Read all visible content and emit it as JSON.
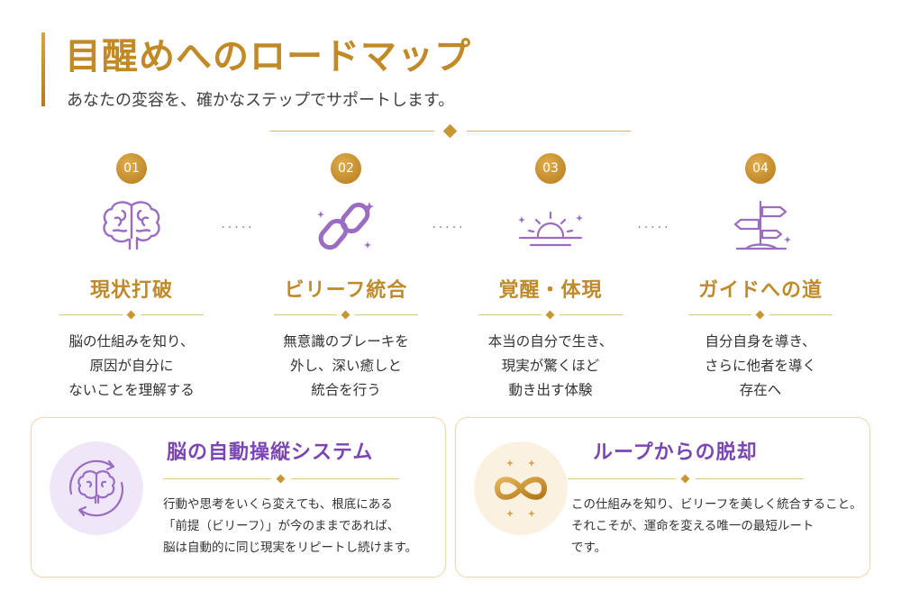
{
  "header": {
    "title": "目醒めへのロードマップ",
    "subtitle": "あなたの変容を、確かなステップでサポートします。"
  },
  "colors": {
    "gold": "#c18a27",
    "purple": "#7b46b4",
    "icon_purple": "#9a6cc2"
  },
  "steps": [
    {
      "number": "01",
      "icon": "brain-icon",
      "title": "現状打破",
      "lines": [
        "脳の仕組みを知り、",
        "原因が自分に",
        "ないことを理解する"
      ]
    },
    {
      "number": "02",
      "icon": "chain-link-icon",
      "title": "ビリーフ統合",
      "lines": [
        "無意識のブレーキを",
        "外し、深い癒しと",
        "統合を行う"
      ]
    },
    {
      "number": "03",
      "icon": "sunrise-icon",
      "title": "覚醒・体現",
      "lines": [
        "本当の自分で生き、",
        "現実が驚くほど",
        "動き出す体験"
      ]
    },
    {
      "number": "04",
      "icon": "signpost-icon",
      "title": "ガイドへの道",
      "lines": [
        "自分自身を導き、",
        "さらに他者を導く",
        "存在へ"
      ]
    }
  ],
  "connector": ".....",
  "cards": [
    {
      "icon": "brain-cycle-icon",
      "title": "脳の自動操縦システム",
      "lines": [
        "行動や思考をいくら変えても、根底にある",
        "「前提（ビリーフ）」が今のままであれば、",
        "脳は自動的に同じ現実をリピートし続けます。"
      ]
    },
    {
      "icon": "infinity-icon",
      "title": "ループからの脱却",
      "lines": [
        "この仕組みを知り、ビリーフを美しく統合すること。",
        "それこそが、運命を変える唯一の最短ルート",
        "です。"
      ]
    }
  ]
}
